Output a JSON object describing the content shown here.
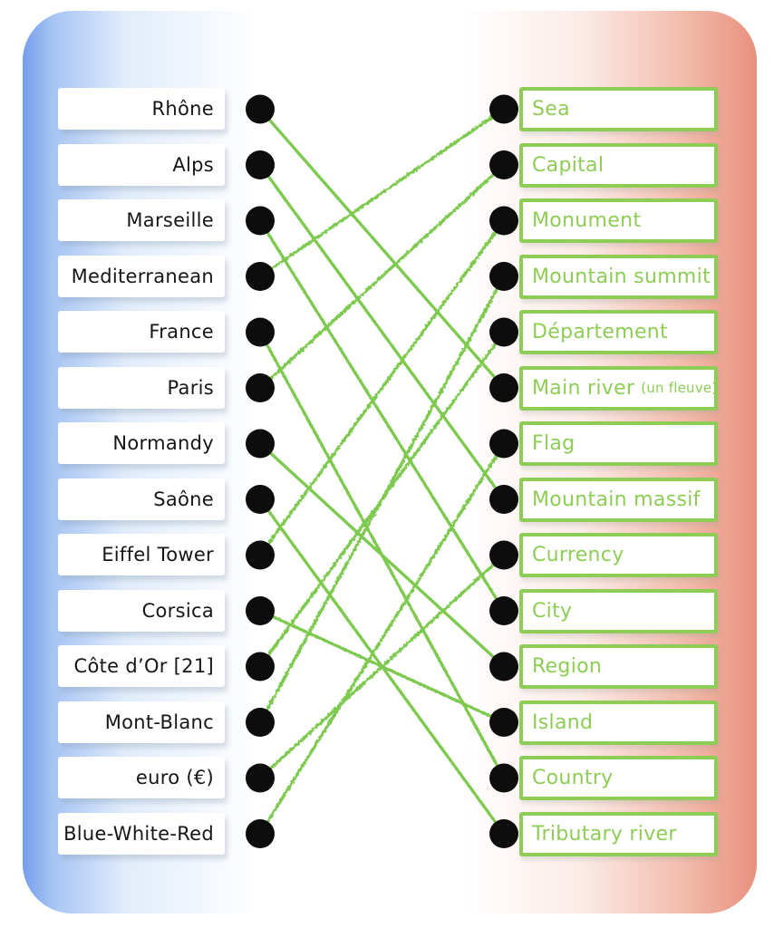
{
  "exercise": {
    "kind": "match-up",
    "theme": "France geography matching"
  },
  "left_items": [
    {
      "id": "rhone",
      "label": "Rhône"
    },
    {
      "id": "alps",
      "label": "Alps"
    },
    {
      "id": "marseille",
      "label": "Marseille"
    },
    {
      "id": "mediterranean",
      "label": "Mediterranean"
    },
    {
      "id": "france",
      "label": "France"
    },
    {
      "id": "paris",
      "label": "Paris"
    },
    {
      "id": "normandy",
      "label": "Normandy"
    },
    {
      "id": "saone",
      "label": "Saône"
    },
    {
      "id": "eiffel-tower",
      "label": "Eiffel Tower"
    },
    {
      "id": "corsica",
      "label": "Corsica"
    },
    {
      "id": "cote-dor-21",
      "label": "Côte d’Or [21]"
    },
    {
      "id": "mont-blanc",
      "label": "Mont-Blanc"
    },
    {
      "id": "euro",
      "label": "euro (€)"
    },
    {
      "id": "blue-white-red",
      "label": "Blue-White-Red"
    }
  ],
  "right_items": [
    {
      "id": "sea",
      "label": "Sea"
    },
    {
      "id": "capital",
      "label": "Capital"
    },
    {
      "id": "monument",
      "label": "Monument"
    },
    {
      "id": "mountain-summit",
      "label": "Mountain summit"
    },
    {
      "id": "departement",
      "label": "Département"
    },
    {
      "id": "main-river",
      "label": "Main river",
      "note": "(un fleuve)"
    },
    {
      "id": "flag",
      "label": "Flag"
    },
    {
      "id": "mountain-massif",
      "label": "Mountain massif"
    },
    {
      "id": "currency",
      "label": "Currency"
    },
    {
      "id": "city",
      "label": "City"
    },
    {
      "id": "region",
      "label": "Region"
    },
    {
      "id": "island",
      "label": "Island"
    },
    {
      "id": "country",
      "label": "Country"
    },
    {
      "id": "tributary-river",
      "label": "Tributary river"
    }
  ],
  "connections": [
    [
      0,
      5
    ],
    [
      1,
      7
    ],
    [
      2,
      9
    ],
    [
      3,
      0
    ],
    [
      4,
      12
    ],
    [
      5,
      1
    ],
    [
      6,
      10
    ],
    [
      7,
      13
    ],
    [
      8,
      2
    ],
    [
      9,
      11
    ],
    [
      10,
      4
    ],
    [
      11,
      3
    ],
    [
      12,
      8
    ],
    [
      13,
      6
    ]
  ],
  "colors": {
    "connector_green": "#7ec94f",
    "box_border_green": "#8dcd55",
    "left_text_black": "#161616",
    "dot_black": "#0d0d0d",
    "card_blue_edge": "#6d98e8",
    "card_red_edge": "#e78d78"
  }
}
